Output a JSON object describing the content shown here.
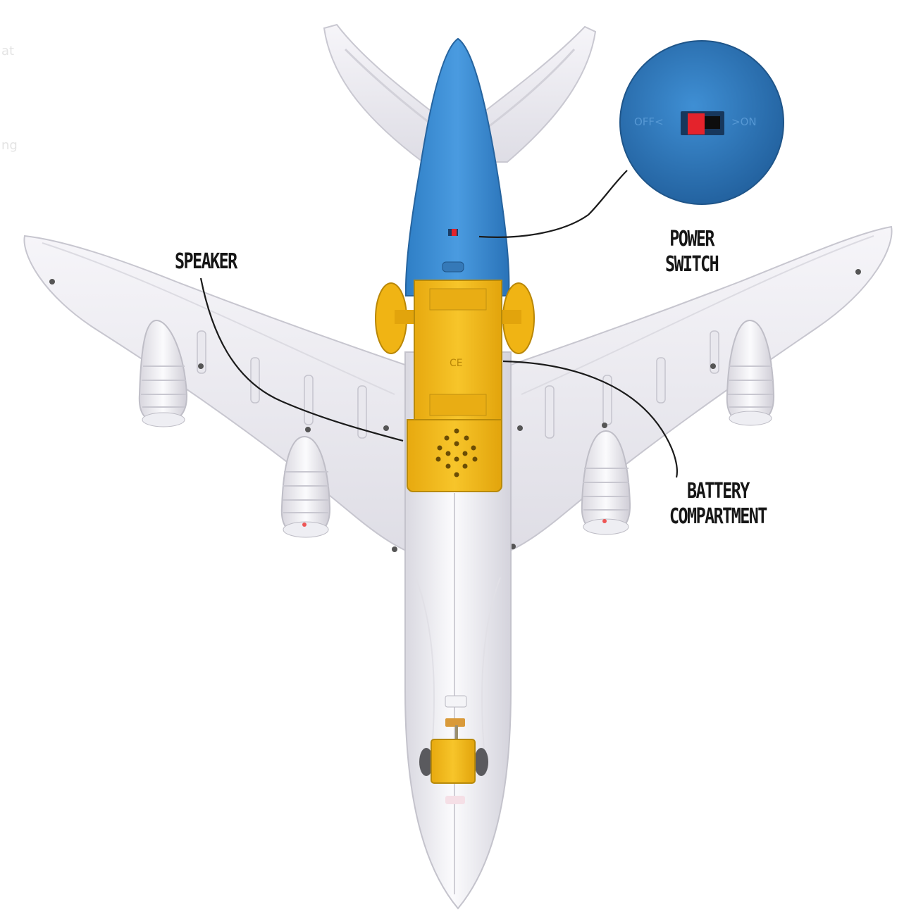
{
  "callouts": {
    "speaker": "SPEAKER",
    "power_switch": [
      "POWER",
      "SWITCH"
    ],
    "battery_compartment": [
      "BATTERY",
      "COMPARTMENT"
    ]
  },
  "switch_inset": {
    "off_label": "OFF<",
    "on_label": ">ON"
  },
  "edge_fragments": [
    "at",
    "ng"
  ],
  "colors": {
    "fuselage_white": "#f1f0f4",
    "nose_blue": "#3f8fd2",
    "compartment_yellow": "#f3b91a",
    "switch_red": "#e4232c",
    "label_ink": "#161616"
  }
}
